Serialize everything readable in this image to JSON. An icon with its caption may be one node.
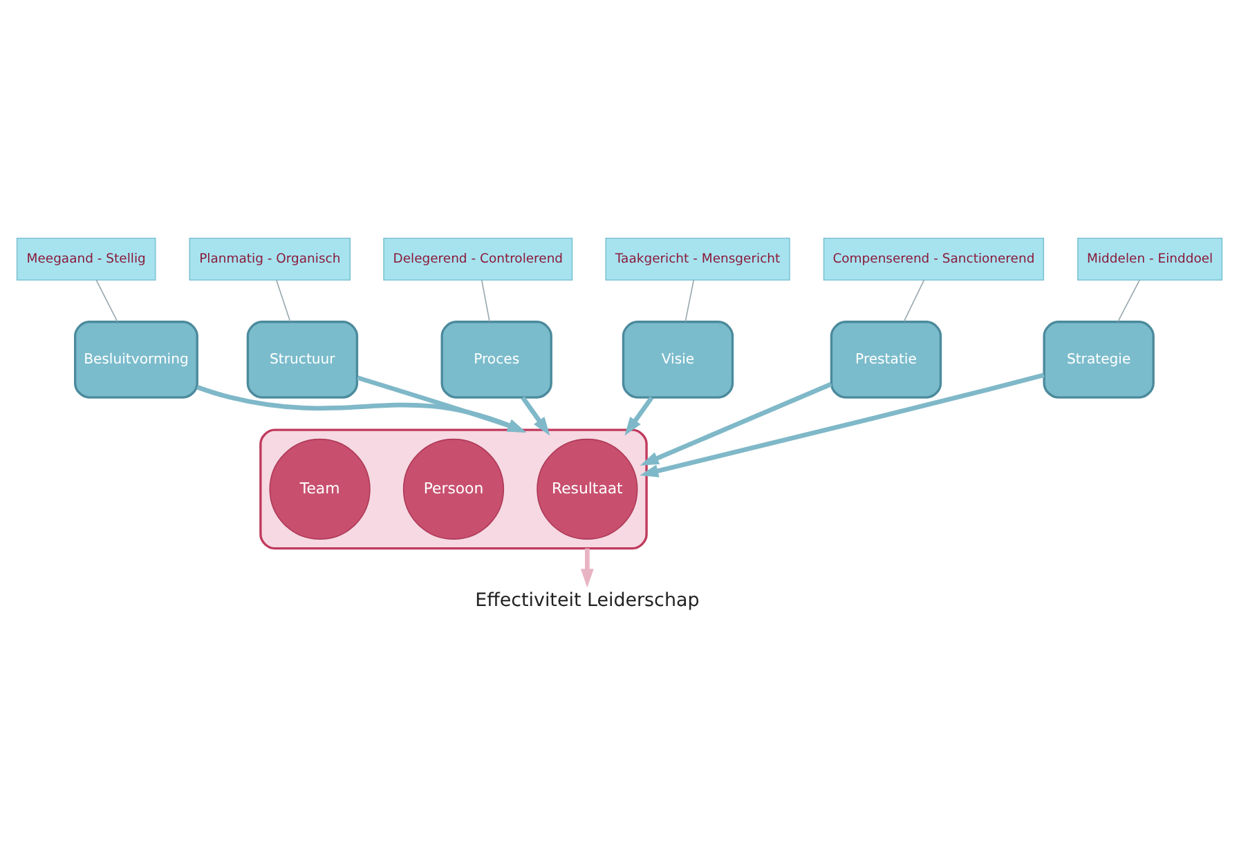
{
  "diagram": {
    "nodes": [
      {
        "text": [
          "Meegaand - Stellig"
        ]
      },
      {
        "text": [
          "Besluitvorming"
        ]
      },
      {
        "text": [
          "Planmatig - Organisch"
        ]
      },
      {
        "text": [
          "Structuur"
        ]
      },
      {
        "text": [
          "Delegerend - Controlerend"
        ]
      },
      {
        "text": [
          "Proces"
        ]
      },
      {
        "text": [
          "Taakgericht - Mensgericht"
        ]
      },
      {
        "text": [
          "Visie"
        ]
      },
      {
        "text": [
          "Compenserend - Sanctionerend"
        ]
      },
      {
        "text": [
          "Prestatie"
        ]
      },
      {
        "text": [
          "Middelen - Einddoel"
        ]
      },
      {
        "text": [
          "Strategie"
        ]
      },
      {
        "text": [],
        "shape": "funnel"
      },
      {
        "text": [
          "Resultaat"
        ],
        "in": 12
      },
      {
        "text": [
          "Persoon"
        ],
        "in": 12
      },
      {
        "text": [
          "Team"
        ],
        "in": 12
      },
      {
        "text": [
          "Effectiviteit Leiderschap"
        ]
      }
    ],
    "edges": [
      {
        "from": 0,
        "to": 1,
        "arrow": "none"
      },
      {
        "from": 2,
        "to": 3,
        "arrow": "none"
      },
      {
        "from": 4,
        "to": 5,
        "arrow": "none"
      },
      {
        "from": 6,
        "to": 7,
        "arrow": "none"
      },
      {
        "from": 8,
        "to": 9,
        "arrow": "none"
      },
      {
        "from": 10,
        "to": 11,
        "arrow": "none"
      },
      {
        "from": 1,
        "to": 12,
        "arrow": "to"
      },
      {
        "from": 3,
        "to": 12,
        "arrow": "to"
      },
      {
        "from": 5,
        "to": 12,
        "arrow": "to"
      },
      {
        "from": 7,
        "to": 12,
        "arrow": "to"
      },
      {
        "from": 9,
        "to": 12,
        "arrow": "to"
      },
      {
        "from": 11,
        "to": 12,
        "arrow": "to"
      },
      {
        "from": 12,
        "to": 16,
        "arrow": "to",
        "color": "#e8b4c4"
      }
    ]
  }
}
